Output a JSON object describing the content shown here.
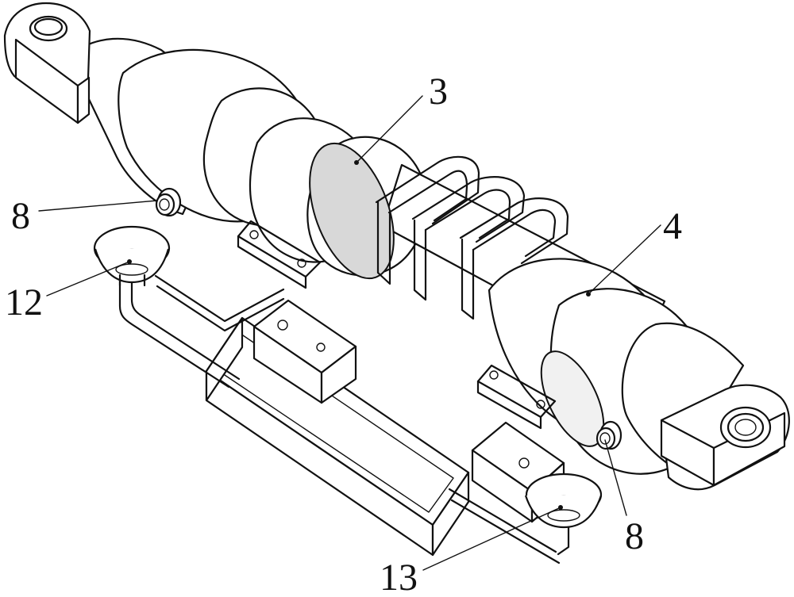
{
  "labels": {
    "part3": "3",
    "part4": "4",
    "part8_left": "8",
    "part8_right": "8",
    "part12": "12",
    "part13": "13"
  }
}
